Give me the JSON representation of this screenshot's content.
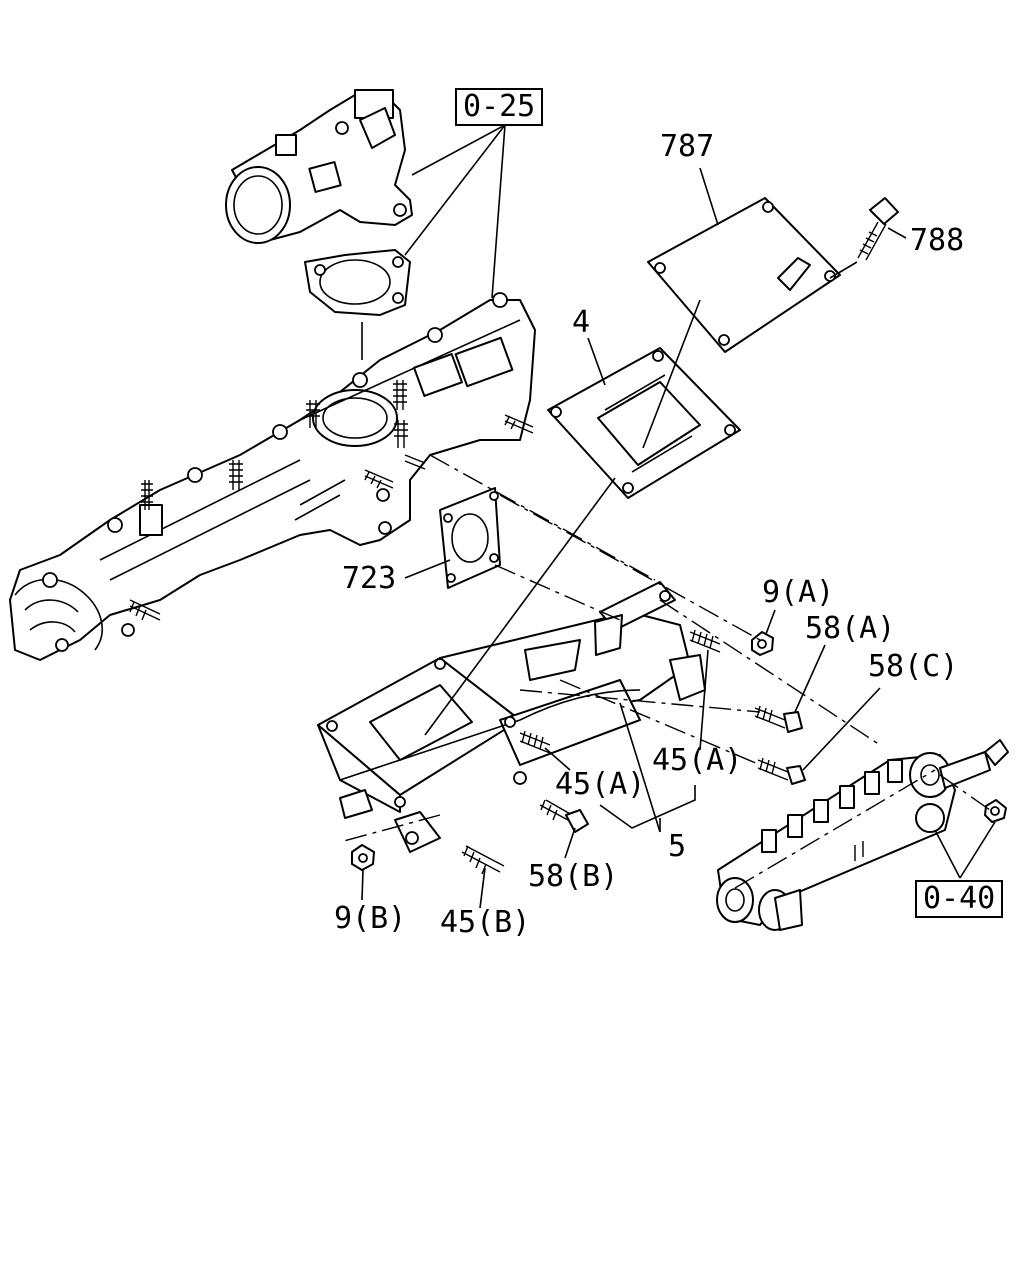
{
  "diagram": {
    "refs": {
      "ref_0_25": "0-25",
      "ref_0_40": "0-40"
    },
    "callouts": {
      "c787": "787",
      "c788": "788",
      "c4": "4",
      "c723": "723",
      "c9a": "9(A)",
      "c58a": "58(A)",
      "c58c": "58(C)",
      "c45a_left": "45(A)",
      "c45a_right": "45(A)",
      "c5": "5",
      "c58b": "58(B)",
      "c9b": "9(B)",
      "c45b": "45(B)"
    }
  }
}
